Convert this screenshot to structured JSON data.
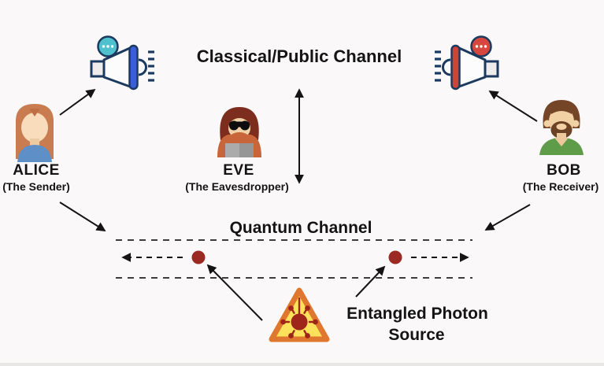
{
  "title": "Quantum key distribution diagram",
  "channels": {
    "classical_label": "Classical/Public Channel",
    "quantum_label": "Quantum Channel"
  },
  "actors": [
    {
      "id": "alice",
      "name": "ALICE",
      "role": "(The Sender)"
    },
    {
      "id": "eve",
      "name": "EVE",
      "role": "(The Eavesdropper)"
    },
    {
      "id": "bob",
      "name": "BOB",
      "role": "(The Receiver)"
    }
  ],
  "source": {
    "line1": "Entangled Photon",
    "line2": "Source"
  },
  "icons": {
    "alice_megaphone": "megaphone-with-speech-bubble",
    "bob_megaphone": "megaphone-with-speech-bubble-mirrored",
    "source_icon": "laser-warning-triangle",
    "photons": "two-entangled-photon-dots"
  },
  "colors": {
    "background": "#faf8f8",
    "ink": "#141414",
    "photon_red": "#9b2a22",
    "megaphone_blue": "#3a5ed9",
    "megaphone_red": "#cf4338",
    "bubble_teal": "#4fc0cd",
    "bubble_red": "#d8473e",
    "navy_outline": "#1c3a60",
    "triangle_fill": "#fce25b",
    "triangle_border": "#e0772e",
    "burst_red": "#9f2419",
    "alice_hair": "#c97c4f",
    "alice_shirt": "#5f8fc7",
    "eve_hood": "#7c2d1d",
    "eve_coat": "#c8653a",
    "bob_shirt": "#5f9c49"
  }
}
